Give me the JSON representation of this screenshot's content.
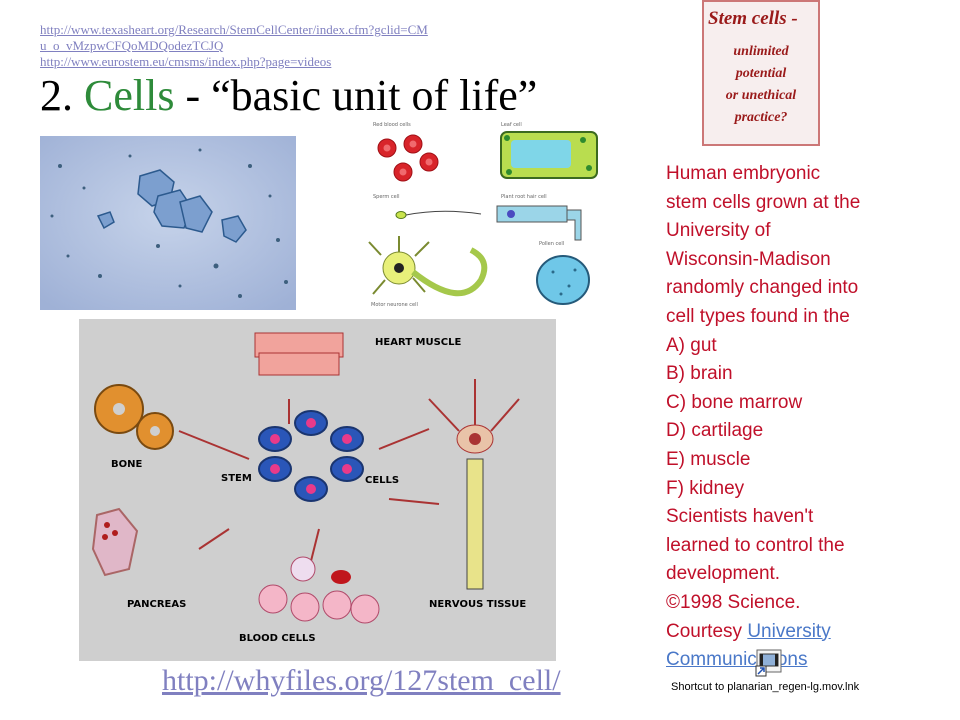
{
  "links": {
    "top": [
      "http://www.texasheart.org/Research/StemCellCenter/index.cfm?gclid=CM",
      "u_o_vMzpwCFQoMDQodezTCJQ",
      "http://www.eurostem.eu/cmsms/index.php?page=videos"
    ],
    "bottom": "http://whyfiles.org/127stem_cell/"
  },
  "title": {
    "number": "2.",
    "word": "Cells",
    "rest": "- “basic unit of life”",
    "accent_color": "#2e8b3a"
  },
  "sticker": {
    "heading": "Stem cells -",
    "lines": [
      "unlimited",
      "potential",
      "or unethical",
      "practice?"
    ]
  },
  "sidetext": {
    "lines": [
      "Human embryonic",
      "stem cells grown at the",
      "University of",
      "Wisconsin-Madison",
      "randomly changed into",
      "cell types found in the",
      "A) gut",
      "B) brain",
      "C) bone marrow",
      "D) cartilage",
      "E) muscle",
      "F) kidney",
      "Scientists haven't",
      "learned to control the",
      "development.",
      "©1998 Science.",
      "Courtesy "
    ],
    "link_part1": "University",
    "link_part2": "Communications",
    "color": "#c0102a"
  },
  "diagram": {
    "labels": {
      "heart": "HEART MUSCLE",
      "bone": "BONE",
      "stem": "STEM",
      "cells": "CELLS",
      "pancreas": "PANCREAS",
      "blood": "BLOOD CELLS",
      "nervous": "NERVOUS TISSUE"
    }
  },
  "cell_types_image": {
    "labels": [
      "Red blood cells",
      "Leaf cell",
      "Sperm cell",
      "Plant root hair cell",
      "Pollen cell",
      "Motor neurone cell"
    ]
  },
  "shortcut": {
    "icon": "video-shortcut-icon",
    "label": "Shortcut to planarian_regen-lg.mov.lnk"
  }
}
